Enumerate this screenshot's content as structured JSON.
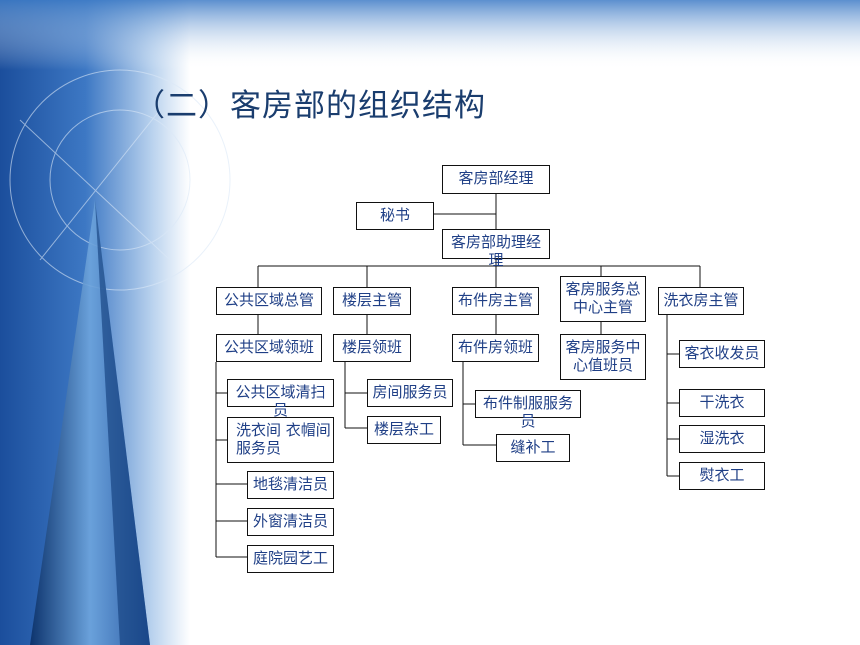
{
  "title": "（二）客房部的组织结构",
  "nodes": {
    "manager": "客房部经理",
    "secretary": "秘书",
    "assistant": "客房部助理经理",
    "public_area_supervisor": "公共区域总管",
    "floor_supervisor": "楼层主管",
    "linen_supervisor": "布件房主管",
    "service_center_supervisor": "客房服务总中心主管",
    "laundry_supervisor": "洗衣房主管",
    "public_area_captain": "公共区域领班",
    "floor_captain": "楼层领班",
    "linen_captain": "布件房领班",
    "service_center_attendant": "客房服务中心值班员",
    "public_area_cleaner": "公共区域清扫员",
    "cloakroom_attendant": "洗衣间 衣帽间服务员",
    "carpet_cleaner": "地毯清洁员",
    "window_cleaner": "外窗清洁员",
    "gardener": "庭院园艺工",
    "room_attendant": "房间服务员",
    "floor_worker": "楼层杂工",
    "uniform_attendant": "布件制服服务员",
    "seamstress": "缝补工",
    "guest_laundry": "客衣收发员",
    "dry_cleaning": "干洗衣",
    "wet_cleaning": "湿洗衣",
    "ironing": "熨衣工"
  },
  "colors": {
    "node_text": "#1f3f86",
    "title": "#1a3d6e",
    "line": "#111111"
  }
}
